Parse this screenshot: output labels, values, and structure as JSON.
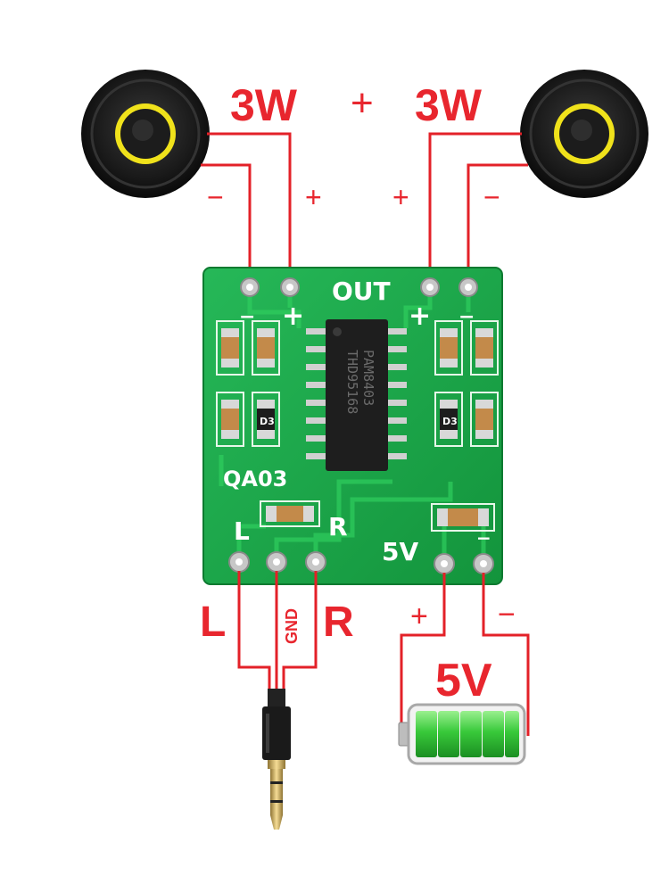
{
  "labels": {
    "left_power": "3W",
    "right_power": "3W",
    "plus_top": "+",
    "left_minus": "−",
    "left_plus": "+",
    "right_plus": "+",
    "right_minus": "−",
    "input_left": "L",
    "input_right": "R",
    "input_gnd": "GND",
    "battery_voltage": "5V",
    "battery_plus": "+",
    "battery_minus": "−"
  },
  "board": {
    "out_label": "OUT",
    "model": "QA03",
    "chip_line1": "PAM8403",
    "chip_line2": "THD95168",
    "silk_l": "L",
    "silk_r": "R",
    "silk_5v": "5V",
    "silk_plus_left": "+",
    "silk_plus_right": "+",
    "silk_minus_left": "−",
    "silk_minus_right": "−",
    "silk_minus_power": "−",
    "cap_code_1": "D3",
    "cap_code_2": "D3"
  },
  "colors": {
    "wire": "#e32128",
    "label": "#e8262e",
    "pcb": "#19a84a",
    "battery": "#38c93a"
  }
}
